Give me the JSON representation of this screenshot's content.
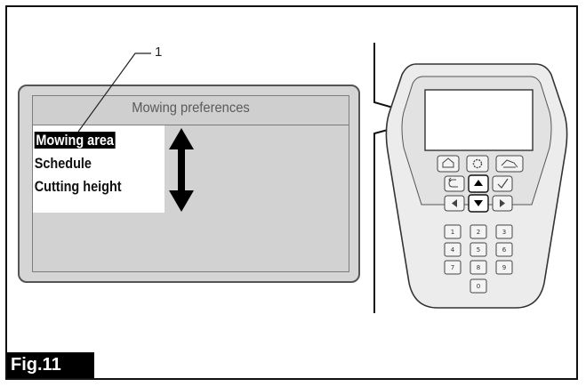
{
  "callout": {
    "number": "1"
  },
  "screen": {
    "title": "Mowing preferences",
    "menu_items": [
      "Mowing area",
      "Schedule",
      "Cutting height"
    ],
    "selected_index": 0
  },
  "keypad": {
    "number_keys": [
      "1",
      "2",
      "3",
      "4",
      "5",
      "6",
      "7",
      "8",
      "9",
      "0"
    ],
    "function_icons": [
      "home-icon",
      "gear-icon",
      "mower-icon",
      "back-icon",
      "up-arrow-icon",
      "check-icon",
      "left-arrow-icon",
      "down-arrow-icon",
      "right-arrow-icon"
    ]
  },
  "figure_label": "Fig.11"
}
